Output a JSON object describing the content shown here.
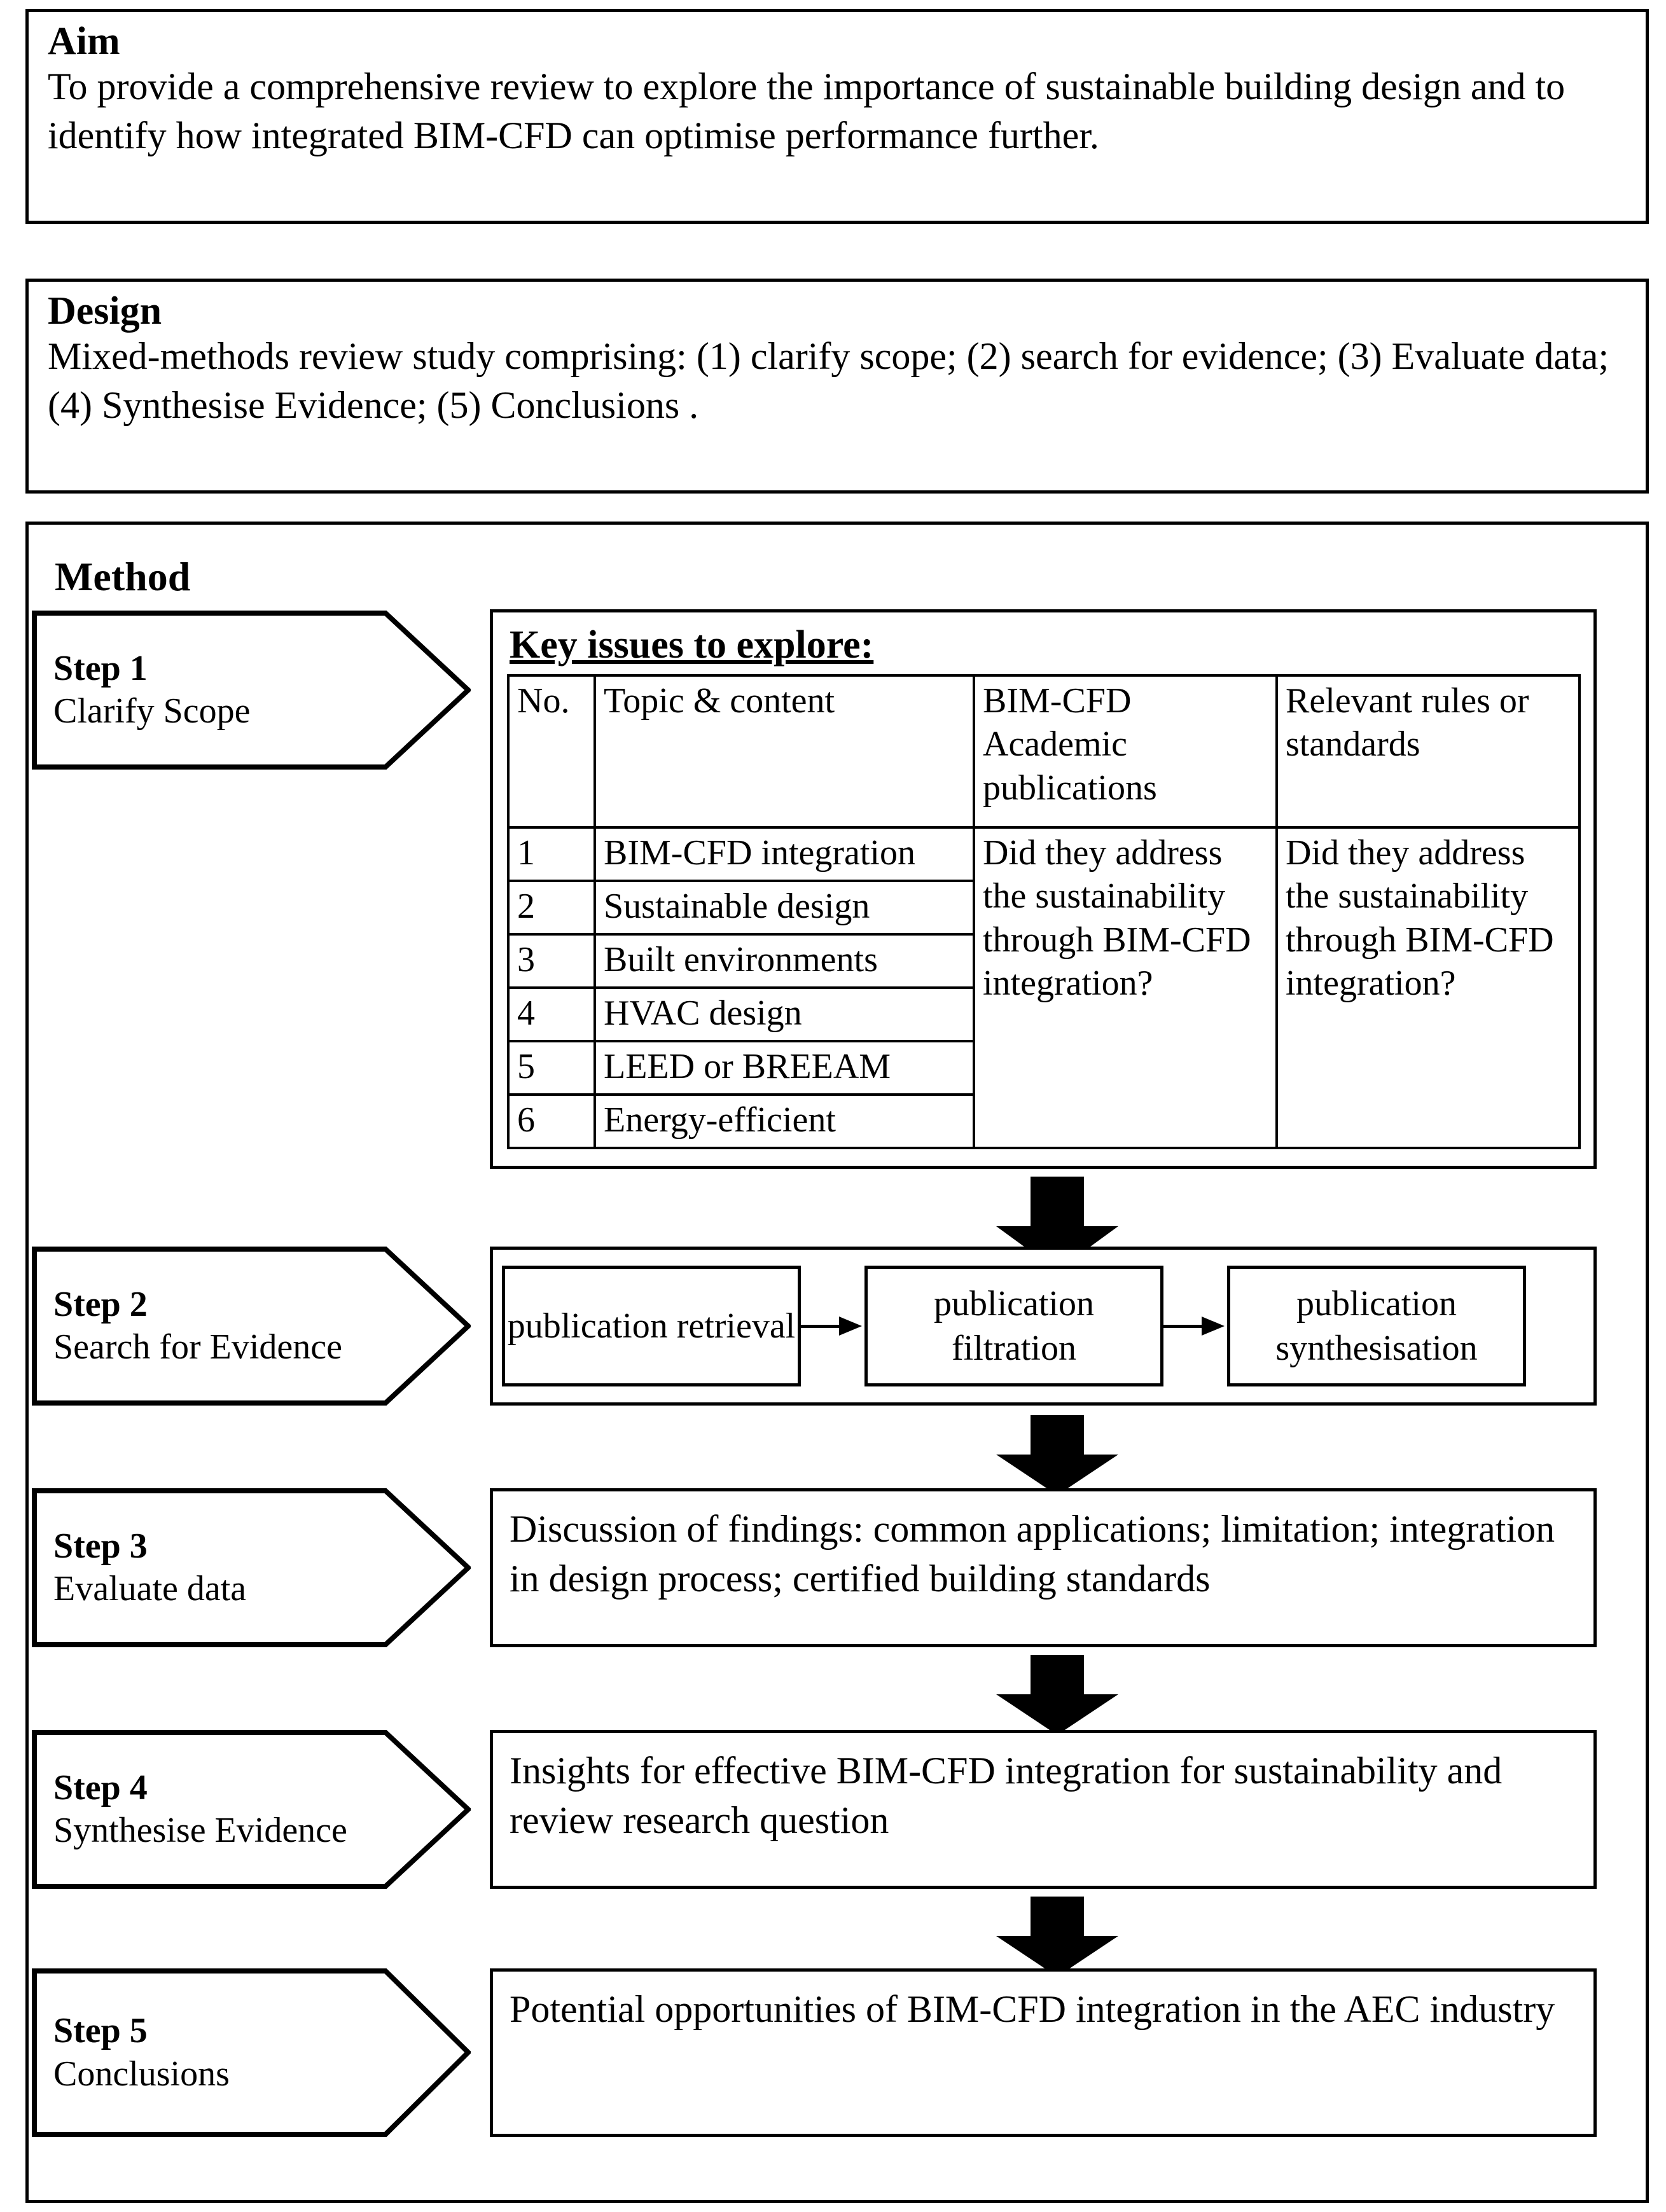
{
  "sections": {
    "aim": {
      "heading": "Aim",
      "body": "To provide a comprehensive review to explore the importance of sustainable building design and  to identify how integrated BIM-CFD can optimise performance further."
    },
    "design": {
      "heading": "Design",
      "body": "Mixed-methods review study comprising: (1) clarify scope; (2) search for evidence; (3) Evaluate data; (4) Synthesise Evidence; (5) Conclusions ."
    },
    "method": {
      "heading": "Method",
      "steps": [
        {
          "num": "Step 1",
          "label": "Clarify Scope"
        },
        {
          "num": "Step 2",
          "label": "Search for Evidence"
        },
        {
          "num": "Step 3",
          "label": "Evaluate data"
        },
        {
          "num": "Step 4",
          "label": "Synthesise Evidence"
        },
        {
          "num": "Step 5",
          "label": "Conclusions"
        }
      ]
    }
  },
  "key_issues": {
    "title": "Key issues to explore:",
    "columns": [
      "No.",
      "Topic & content",
      "BIM-CFD Academic publications",
      "Relevant rules or standards"
    ],
    "column_headers": {
      "no": "No.",
      "topic": "Topic & content",
      "publications": "BIM-CFD Academic publications",
      "standards": "Relevant rules or standards"
    },
    "rows": [
      {
        "no": "1",
        "topic": "BIM-CFD integration"
      },
      {
        "no": "2",
        "topic": "Sustainable design"
      },
      {
        "no": "3",
        "topic": "Built environments"
      },
      {
        "no": "4",
        "topic": "HVAC design"
      },
      {
        "no": "5",
        "topic": "LEED or BREEAM"
      },
      {
        "no": "6",
        "topic": "Energy-efficient"
      }
    ],
    "publications_cell": "Did they address the sustainability through BIM-CFD integration?",
    "standards_cell": "Did they address the sustainability through BIM-CFD integration?"
  },
  "step2_flow": {
    "boxes": [
      "publication retrieval",
      "publication filtration",
      "publication synthesisation"
    ]
  },
  "step3_content": "Discussion of findings: common applications; limitation; integration in design process; certified building standards",
  "step4_content": "Insights for effective BIM-CFD integration for sustainability and review research question",
  "step5_content": "Potential opportunities of BIM-CFD integration in the AEC industry",
  "colors": {
    "stroke": "#000000",
    "background": "#ffffff"
  }
}
